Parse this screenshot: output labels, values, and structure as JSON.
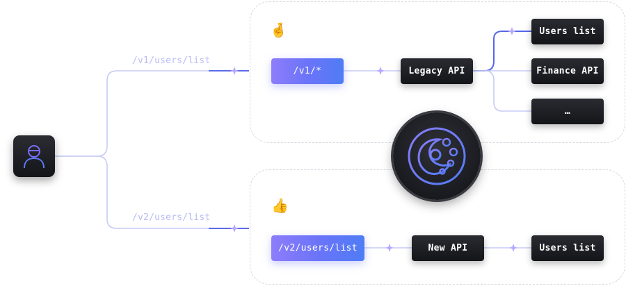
{
  "client": {
    "icon": "user-icon"
  },
  "hub": {
    "icon": "gateway-logo-icon"
  },
  "routes": {
    "v1_label": "/v1/users/list",
    "v2_label": "/v2/users/list"
  },
  "legacy_section": {
    "emoji": "🤞",
    "emoji_icon": "crossed-fingers-icon",
    "title": "",
    "match_node": "/v1/*",
    "api_node": "Legacy API",
    "targets": [
      "Users list",
      "Finance API",
      "…"
    ]
  },
  "new_section": {
    "emoji": "👍",
    "emoji_icon": "thumbs-up-icon",
    "title": "",
    "match_node": "/v2/users/list",
    "api_node": "New API",
    "target": "Users list"
  },
  "colors": {
    "wire": "#b9bff3",
    "wire_active": "#4f63e8",
    "gradient_start": "#8d7dfb",
    "gradient_end": "#4f7cf6",
    "dark_node": "#1b1c21",
    "accent": "#6a6cf0"
  }
}
